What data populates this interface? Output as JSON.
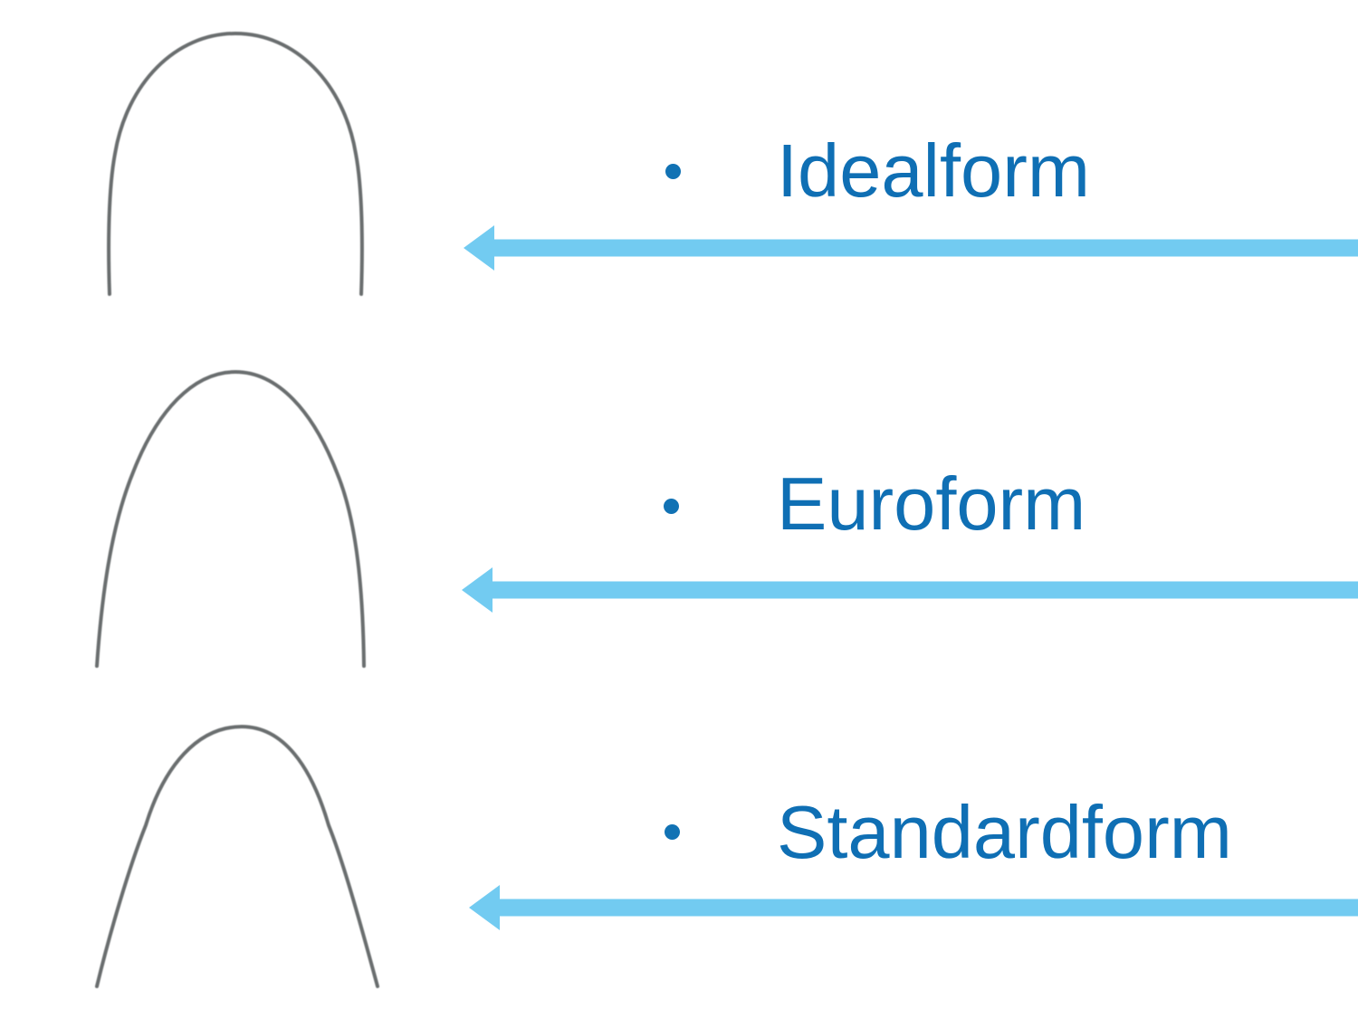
{
  "slide": {
    "items": [
      {
        "id": "idealform",
        "label": "Idealform"
      },
      {
        "id": "euroform",
        "label": "Euroform"
      },
      {
        "id": "standardform",
        "label": "Standardform"
      }
    ]
  },
  "icons": {
    "archwire-idealform-icon": "orthodontic archwire, ovoid dome with near-parallel legs",
    "archwire-euroform-icon": "orthodontic archwire, tall narrow parabolic arch",
    "archwire-standardform-icon": "orthodontic archwire, tapered arch with flared straight legs",
    "bullet-icon": "filled circle list bullet",
    "left-arrow-icon": "thick light-blue arrow pointing left"
  },
  "colors": {
    "background": "#ffffff",
    "label-text": "#0f6fb4",
    "bullet": "#1172b4",
    "arrow": "#72cbf1",
    "wire": "#6a6e6f"
  }
}
